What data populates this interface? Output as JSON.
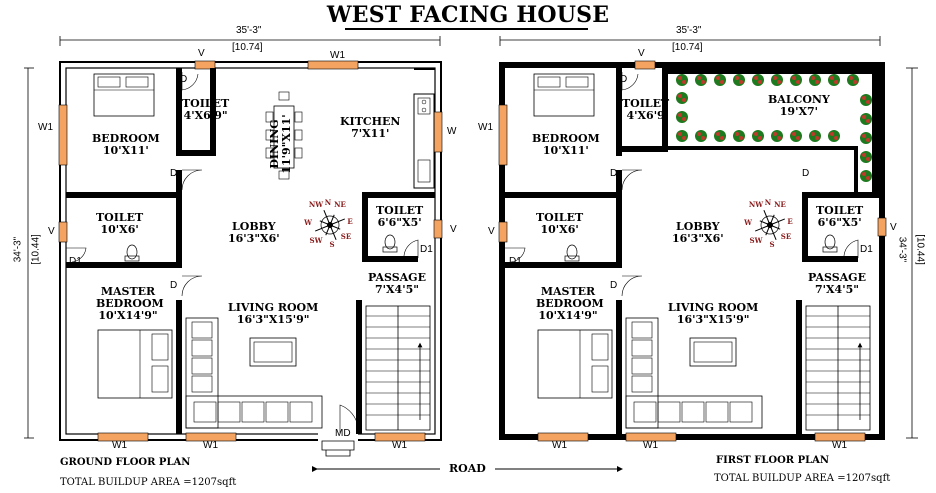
{
  "title": "WEST FACING HOUSE",
  "road_label": "ROAD",
  "ground_floor": {
    "width_dim": "35'-3\"",
    "width_dim_m": "[10.74]",
    "height_dim": "34'-3\"",
    "height_dim_m": "[10.44]",
    "plan_title": "GROUND FLOOR PLAN",
    "area": "TOTAL BUILDUP AREA =1207sqft",
    "rooms": {
      "bedroom": {
        "name": "BEDROOM",
        "size": "10'X11'"
      },
      "toilet_top": {
        "name": "TOILET",
        "size": "4'X6'9\""
      },
      "dining": {
        "name": "DINING",
        "size": "11'9\"X11'"
      },
      "kitchen": {
        "name": "KITCHEN",
        "size": "7'X11'"
      },
      "toilet_left": {
        "name": "TOILET",
        "size": "10'X6'"
      },
      "lobby": {
        "name": "LOBBY",
        "size": "16'3\"X6'"
      },
      "toilet_right": {
        "name": "TOILET",
        "size": "6'6\"X5'"
      },
      "passage": {
        "name": "PASSAGE",
        "size": "7'X4'5\""
      },
      "master": {
        "name": "MASTER BEDROOM",
        "size": "10'X14'9\""
      },
      "living": {
        "name": "LIVING ROOM",
        "size": "16'3\"X15'9\""
      }
    },
    "openings": {
      "v": "V",
      "w": "W",
      "w1": "W1",
      "d": "D",
      "d1": "D1",
      "md": "MD"
    }
  },
  "first_floor": {
    "width_dim": "35'-3\"",
    "width_dim_m": "[10.74]",
    "height_dim": "34'-3\"",
    "height_dim_m": "[10.44]",
    "plan_title": "FIRST FLOOR PLAN",
    "area": "TOTAL BUILDUP AREA =1207sqft",
    "rooms": {
      "bedroom": {
        "name": "BEDROOM",
        "size": "10'X11'"
      },
      "toilet_top": {
        "name": "TOILET",
        "size": "4'X6'9"
      },
      "balcony": {
        "name": "BALCONY",
        "size": "19'X7'"
      },
      "toilet_left": {
        "name": "TOILET",
        "size": "10'X6'"
      },
      "lobby": {
        "name": "LOBBY",
        "size": "16'3\"X6'"
      },
      "toilet_right": {
        "name": "TOILET",
        "size": "6'6\"X5'"
      },
      "passage": {
        "name": "PASSAGE",
        "size": "7'X4'5\""
      },
      "master": {
        "name": "MASTER BEDROOM",
        "size": "10'X14'9\""
      },
      "living": {
        "name": "LIVING ROOM",
        "size": "16'3\"X15'9\""
      }
    },
    "openings": {
      "v": "V",
      "w1": "W1",
      "d": "D",
      "d1": "D1"
    }
  },
  "compass": {
    "n": "N",
    "s": "S",
    "e": "E",
    "w": "W",
    "ne": "NE",
    "nw": "NW",
    "se": "SE",
    "sw": "SW"
  },
  "colors": {
    "wall": "#000000",
    "window": "#f4a460",
    "plant_leaf": "#1f7a1f",
    "plant_flower": "#c0392b",
    "compass": "#8b1a1a"
  }
}
